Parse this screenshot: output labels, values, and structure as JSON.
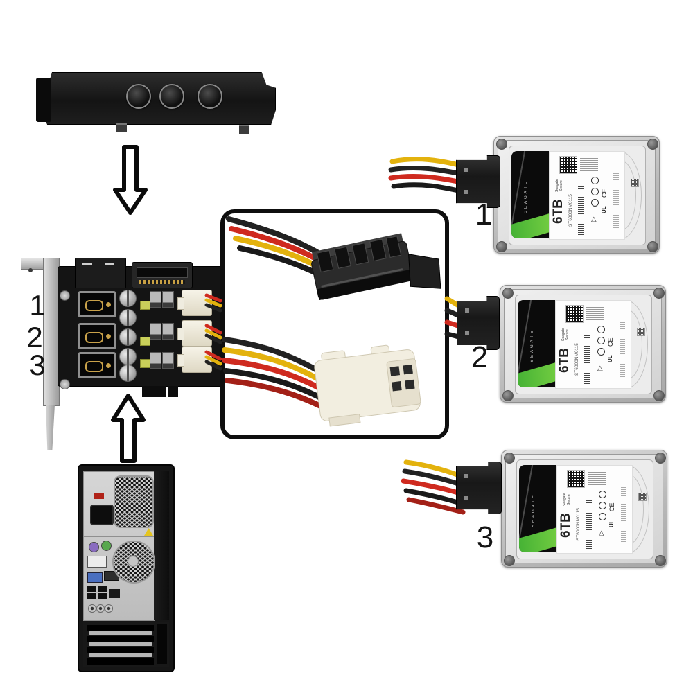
{
  "scene": {
    "type": "product installation diagram",
    "background": "#ffffff",
    "description": "3-channel hard drive power switch control card: PCI bracket with 3 buttons installs into PC tower; card feeds switched SATA power to three Seagate 6TB drives"
  },
  "switch_bracket": {
    "description": "PCI rear slot bracket with 3 round push buttons",
    "button_count": 3
  },
  "control_card": {
    "description": "Power control PCB with SATA power input socket and 3 switched 4-pin wire outputs",
    "port_labels": [
      "1",
      "2",
      "3"
    ]
  },
  "arrows": {
    "down": {
      "direction": "down",
      "from": "switch-bracket",
      "to": "control-card"
    },
    "up": {
      "direction": "up",
      "from": "pc-tower",
      "to": "control-card"
    }
  },
  "cable_inset": {
    "connector_top": "15-pin SATA power connector",
    "connector_bottom": "4-pin power connector",
    "wire_colors": [
      "yellow",
      "red",
      "black"
    ]
  },
  "pc_tower": {
    "description": "Rear view of desktop PC tower with PSU, I/O panel, fan grilles and expansion slots"
  },
  "drives": [
    {
      "number": "1",
      "brand": "SEAGATE",
      "capacity": "6TB",
      "model": "ST6000NM0115",
      "series": "Seagate Secure",
      "ce_mark": "CE",
      "ul_mark": "UL"
    },
    {
      "number": "2",
      "brand": "SEAGATE",
      "capacity": "6TB",
      "model": "ST6000NM0115",
      "series": "Seagate Secure",
      "ce_mark": "CE",
      "ul_mark": "UL"
    },
    {
      "number": "3",
      "brand": "SEAGATE",
      "capacity": "6TB",
      "model": "ST6000NM0115",
      "series": "Seagate Secure",
      "ce_mark": "CE",
      "ul_mark": "UL"
    }
  ],
  "icons": {
    "recycle": "△"
  },
  "colors": {
    "wire_yellow": "#e3b20d",
    "wire_red": "#cf2a1f",
    "wire_black": "#222222",
    "seagate_green": "#54bd3e",
    "pcb_black": "#141414",
    "connector_ivory": "#f3efe2",
    "inset_border": "#0e0e0e"
  }
}
